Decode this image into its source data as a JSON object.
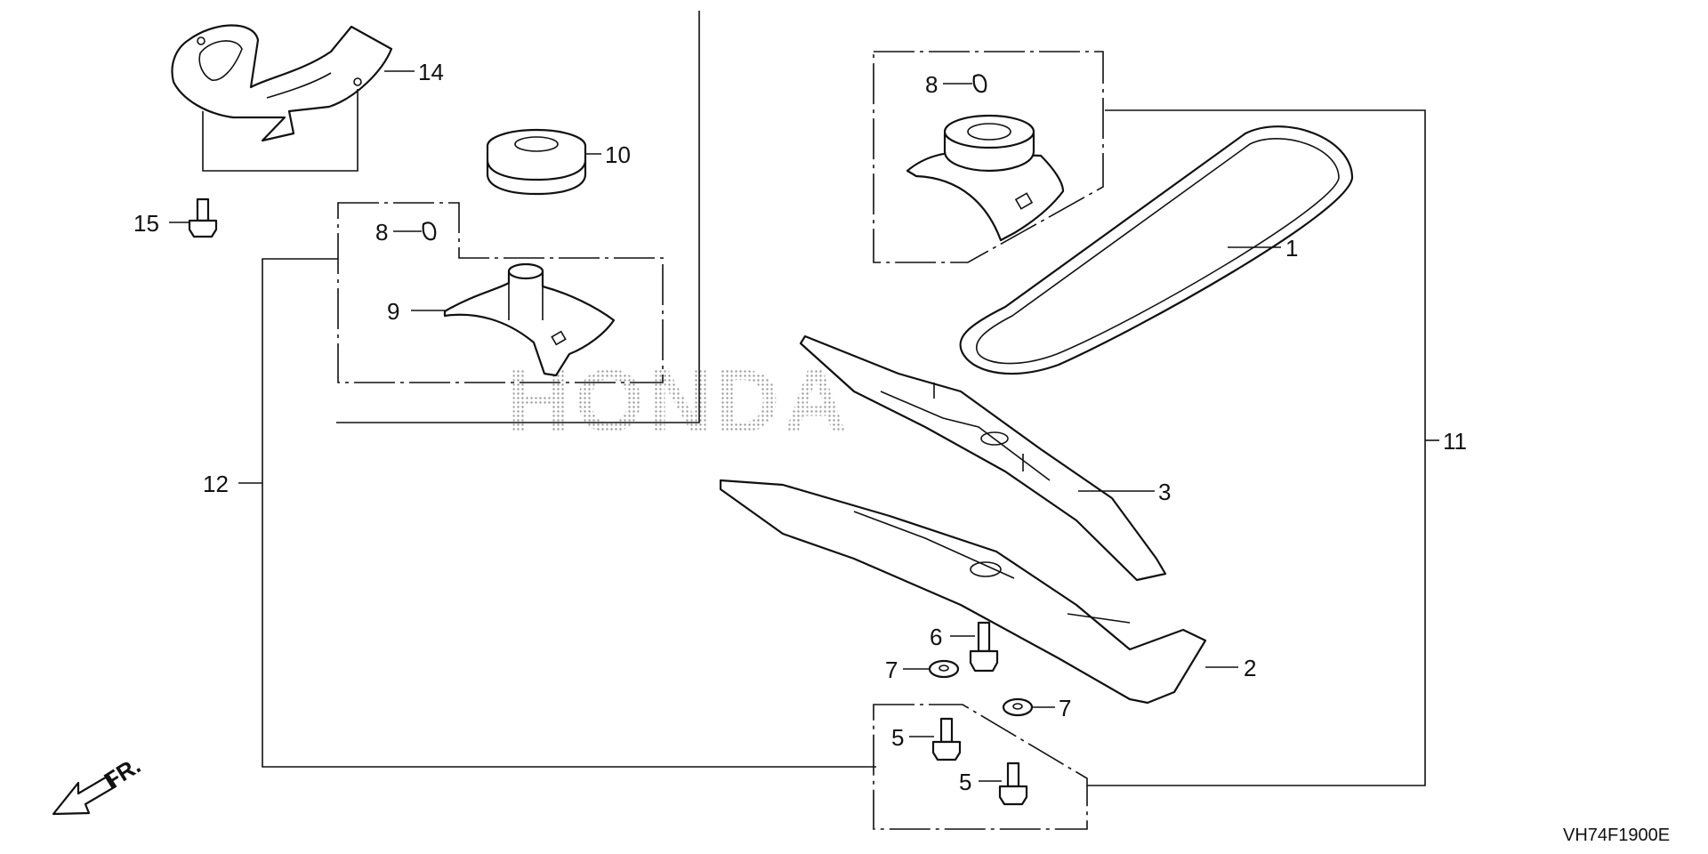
{
  "diagram": {
    "code": "VH74F1900E",
    "watermark": "HONDA",
    "front_label": "FR.",
    "callouts": [
      "1",
      "2",
      "3",
      "5",
      "5",
      "6",
      "7",
      "7",
      "8",
      "8",
      "9",
      "10",
      "11",
      "12",
      "14",
      "15"
    ]
  }
}
